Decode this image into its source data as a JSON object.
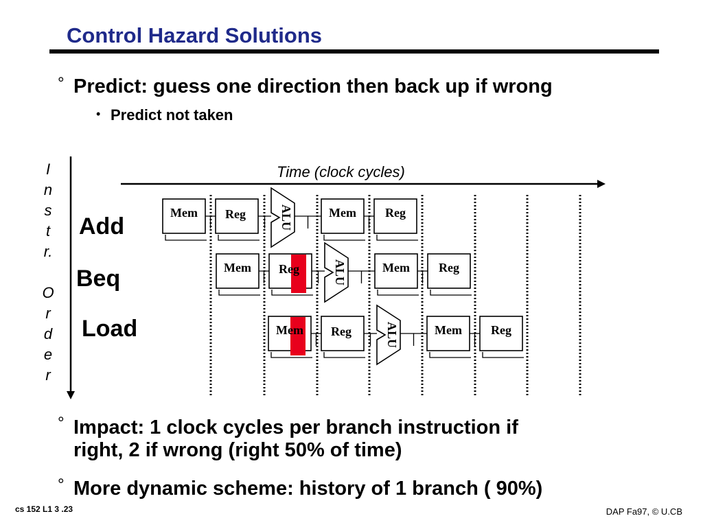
{
  "slide": {
    "title": "Control Hazard Solutions",
    "bullet1": "Predict: guess one direction then back up if wrong",
    "sub_bullet": "Predict not taken",
    "bullet2_line1": "Impact: 1 clock cycles per branch instruction if",
    "bullet2_line2": "right, 2 if wrong (right  50% of time)",
    "bullet3": "More dynamic scheme: history of 1 branch ( 90%)",
    "bullet_marker": "°",
    "sub_marker": "•"
  },
  "diagram": {
    "time_label": "Time (clock cycles)",
    "order_letters": [
      "I",
      "n",
      "s",
      "t",
      "r.",
      "",
      "O",
      "r",
      "d",
      "e",
      "r"
    ],
    "instructions": [
      {
        "name": "Add",
        "stages": [
          "Mem",
          "Reg",
          "ALU",
          "Mem",
          "Reg"
        ],
        "stalled": []
      },
      {
        "name": "Beq",
        "stages": [
          "Mem",
          "Reg",
          "ALU",
          "Mem",
          "Reg"
        ],
        "stalled": [
          "Reg"
        ]
      },
      {
        "name": "Load",
        "stages": [
          "Mem",
          "Reg",
          "ALU",
          "Mem",
          "Reg"
        ],
        "stalled": [
          "Mem"
        ]
      }
    ],
    "stall_color": "#e8001c"
  },
  "footer": {
    "left": "cs 152  L1 3 .23",
    "right": "DAP Fa97, © U.CB"
  },
  "colors": {
    "title": "#1f2a8a"
  }
}
